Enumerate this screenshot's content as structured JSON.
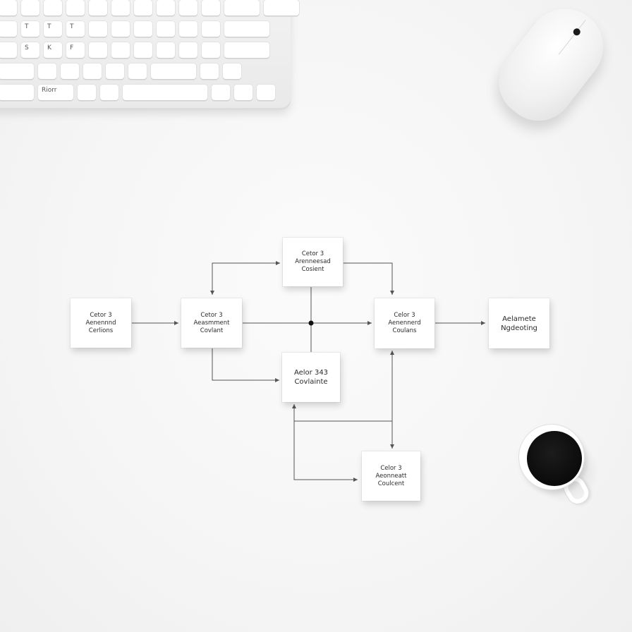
{
  "scene": {
    "objects": [
      "keyboard",
      "mouse",
      "coffee-cup",
      "flowchart"
    ]
  },
  "keyboard": {
    "rows": [
      [
        "",
        "",
        "",
        "",
        "",
        "",
        "",
        "",
        "",
        "",
        "",
        ""
      ],
      [
        "",
        "T",
        "T",
        "T",
        "",
        "",
        "",
        "",
        "",
        "",
        ""
      ],
      [
        "S",
        "K",
        "F",
        "",
        "",
        "",
        "",
        "",
        "",
        ""
      ],
      [
        "",
        "",
        "",
        "",
        "",
        "",
        "",
        "",
        ""
      ],
      [
        "Riorr",
        "",
        "",
        "",
        "",
        "",
        ""
      ]
    ]
  },
  "diagram": {
    "nodes": [
      {
        "id": "n1",
        "lines": [
          "Cetor 3",
          "Aenennnd",
          "Cerlions"
        ]
      },
      {
        "id": "n2",
        "lines": [
          "Cetor 3",
          "Aeasmment",
          "Covlant"
        ]
      },
      {
        "id": "n3",
        "lines": [
          "Cetor 3",
          "Arenneesad",
          "Cosient"
        ]
      },
      {
        "id": "n4",
        "lines": [
          "Aelor 343",
          "Covlainte"
        ]
      },
      {
        "id": "n5",
        "lines": [
          "Celor 3",
          "Aenennerd",
          "Coulans"
        ]
      },
      {
        "id": "n6",
        "lines": [
          "Aelamete",
          "Ngdeoting"
        ]
      },
      {
        "id": "n7",
        "lines": [
          "Celor 3",
          "Aeonneatt",
          "Coulcent"
        ]
      }
    ]
  },
  "colors": {
    "background": "#f6f6f6",
    "node": "#ffffff",
    "line": "#555555",
    "coffee": "#0b0b0b"
  }
}
